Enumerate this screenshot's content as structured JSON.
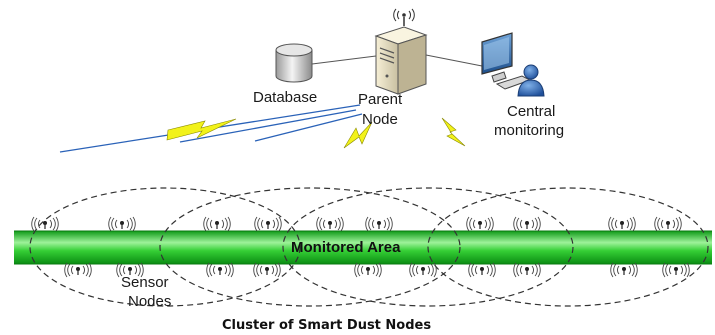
{
  "labels": {
    "database": "Database",
    "parent_line1": "Parent",
    "parent_line2": "Node",
    "central_line1": "Central",
    "central_line2": "monitoring",
    "monitored_area": "Monitored Area",
    "sensor_line1": "Sensor",
    "sensor_line2": "Nodes",
    "caption": "Cluster of Smart Dust Nodes"
  },
  "colors": {
    "band_green": "#22c22a",
    "band_light": "#9ef29a",
    "lightning_yellow": "#f2f21a",
    "link_blue": "#2a62b8"
  },
  "icons": [
    "database-icon",
    "server-icon",
    "antenna-icon",
    "computer-icon",
    "user-icon",
    "sensor-node-icon",
    "lightning-icon"
  ]
}
